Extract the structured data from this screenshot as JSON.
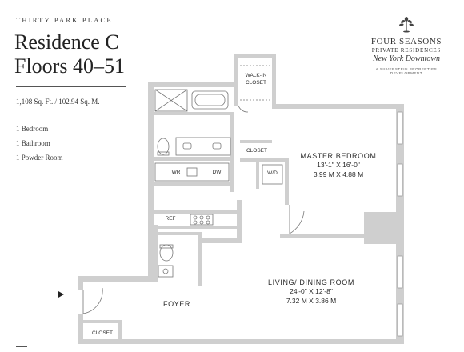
{
  "building_name": "THIRTY PARK PLACE",
  "residence": "Residence C",
  "floors": "Floors 40–51",
  "area": "1,108 Sq. Ft. / 102.94 Sq. M.",
  "room_counts": [
    "1 Bedroom",
    "1 Bathroom",
    "1 Powder Room"
  ],
  "brand": {
    "name": "FOUR SEASONS",
    "subtitle": "PRIVATE RESIDENCES",
    "location": "New York Downtown",
    "developer": "A SILVERSTEIN PROPERTIES DEVELOPMENT"
  },
  "plan": {
    "walk_in_closet": [
      "WALK-IN",
      "CLOSET"
    ],
    "closet_master": "CLOSET",
    "closet_entry": "CLOSET",
    "washer_dryer": "W/D",
    "wine_refrigerator": "WR",
    "dishwasher": "DW",
    "refrigerator": "REF",
    "master_bedroom": {
      "name": "MASTER BEDROOM",
      "dim_imperial": "13'-1\" X 16'-0\"",
      "dim_metric": "3.99 M X 4.88 M"
    },
    "living_dining": {
      "name": "LIVING/ DINING ROOM",
      "dim_imperial": "24'-0\" X 12'-8\"",
      "dim_metric": "7.32 M X 3.86 M"
    },
    "foyer": "FOYER"
  }
}
